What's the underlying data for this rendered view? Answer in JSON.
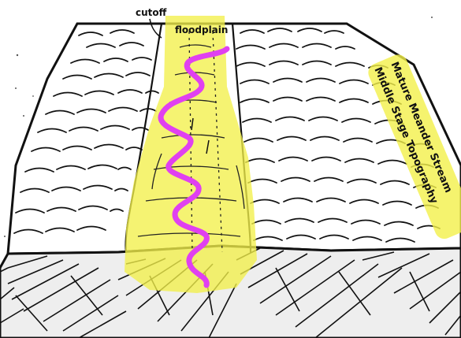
{
  "labels": {
    "cutoff": "cutoff",
    "floodplain": "floodplain",
    "title_line1": "Mature Meander Stream",
    "title_line2": "Middle Stage Topography"
  },
  "colors": {
    "ink": "#111111",
    "highlighter_yellow": "#f2f04a",
    "river_magenta": "#e040f0",
    "paper": "#ffffff"
  }
}
